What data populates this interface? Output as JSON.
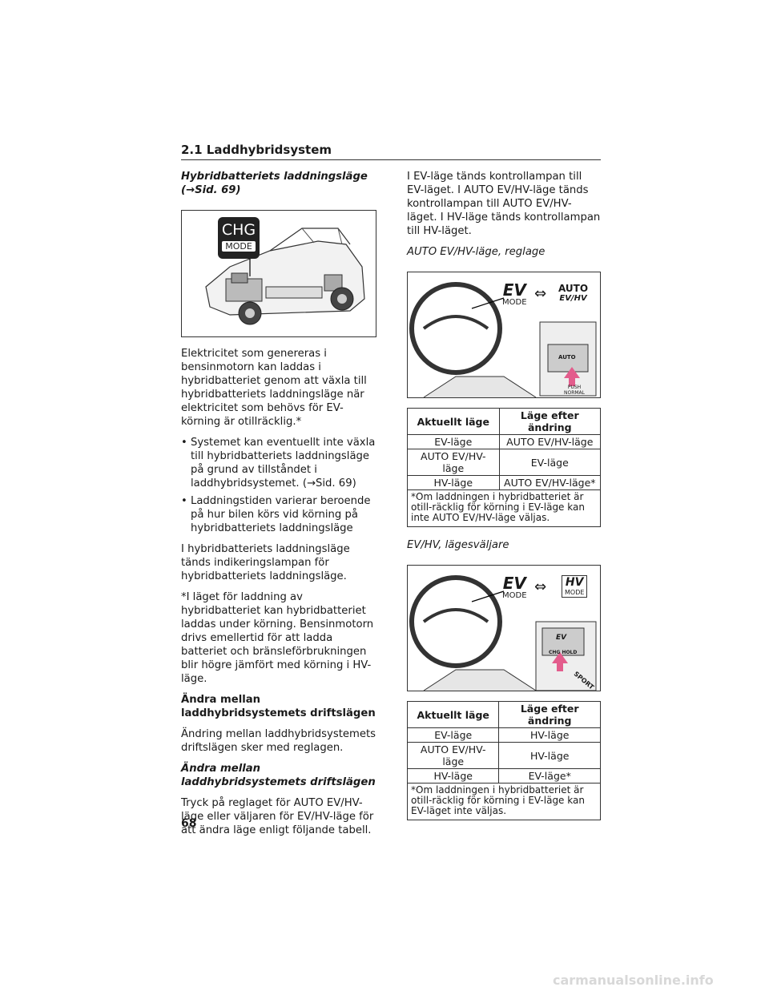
{
  "header": {
    "section_title": "2.1 Laddhybridsystem"
  },
  "left": {
    "heading1": "Hybridbatteriets laddningsläge (→Sid. 69)",
    "figure_badge": {
      "top": "CHG",
      "bottom": "MODE"
    },
    "para1": "Elektricitet som genereras i bensinmotorn kan laddas i hybridbatteriet genom att växla till hybridbatteriets laddningsläge när elektricitet som behövs för EV-körning är otillräcklig.*",
    "bullets": [
      "Systemet kan eventuellt inte växla till hybridbatteriets laddningsläge på grund av tillståndet i laddhybridsystemet. (→Sid. 69)",
      "Laddningstiden varierar beroende på hur bilen körs vid körning på hybridbatteriets laddningsläge"
    ],
    "para2": "I hybridbatteriets laddningsläge tänds indikeringslampan för hybridbatteriets laddningsläge.",
    "para3": "*I läget för laddning av hybridbatteriet kan hybridbatteriet laddas under körning. Bensinmotorn drivs emellertid för att ladda batteriet och bränsleförbrukningen blir högre jämfört med körning i HV-läge.",
    "heading2": "Ändra mellan laddhybridsystemets driftslägen",
    "para4": "Ändring mellan laddhybridsystemets driftslägen sker med reglagen.",
    "heading3": "Ändra mellan laddhybridsystemets driftslägen",
    "para5": "Tryck på reglaget för AUTO EV/HV-läge eller väljaren för EV/HV-läge för att ändra läge enligt följande tabell."
  },
  "right": {
    "para1": "I EV-läge tänds kontrollampan till EV-läget. I AUTO EV/HV-läge tänds kontrollampan till AUTO EV/HV-läget. I HV-läge tänds kontrollampan till HV-läget.",
    "caption1": "AUTO EV/HV-läge, reglage",
    "fig1": {
      "ev": "EV",
      "mode": "MODE",
      "auto": "AUTO",
      "evhv": "EV/HV",
      "btn": "AUTO",
      "push": "PUSH",
      "normal": "NORMAL"
    },
    "table1": {
      "headers": [
        "Aktuellt läge",
        "Läge efter ändring"
      ],
      "rows": [
        [
          "EV-läge",
          "AUTO EV/HV-läge"
        ],
        [
          "AUTO EV/HV-läge",
          "EV-läge"
        ],
        [
          "HV-läge",
          "AUTO EV/HV-läge*"
        ]
      ],
      "note": "*Om laddningen i hybridbatteriet är otill-räcklig för körning i EV-läge kan inte AUTO EV/HV-läge väljas."
    },
    "caption2": "EV/HV, lägesväljare",
    "fig2": {
      "ev": "EV",
      "mode": "MODE",
      "hv": "HV",
      "hvmode": "MODE",
      "btn_ev": "EV",
      "chg_hold": "CHG HOLD",
      "sport": "SPORT"
    },
    "table2": {
      "headers": [
        "Aktuellt läge",
        "Läge efter ändring"
      ],
      "rows": [
        [
          "EV-läge",
          "HV-läge"
        ],
        [
          "AUTO EV/HV-läge",
          "HV-läge"
        ],
        [
          "HV-läge",
          "EV-läge*"
        ]
      ],
      "note": "*Om laddningen i hybridbatteriet är otill-räcklig för körning i EV-läge kan EV-läget inte väljas."
    }
  },
  "footer": {
    "page_number": "68",
    "watermark": "carmanualsonline.info"
  }
}
